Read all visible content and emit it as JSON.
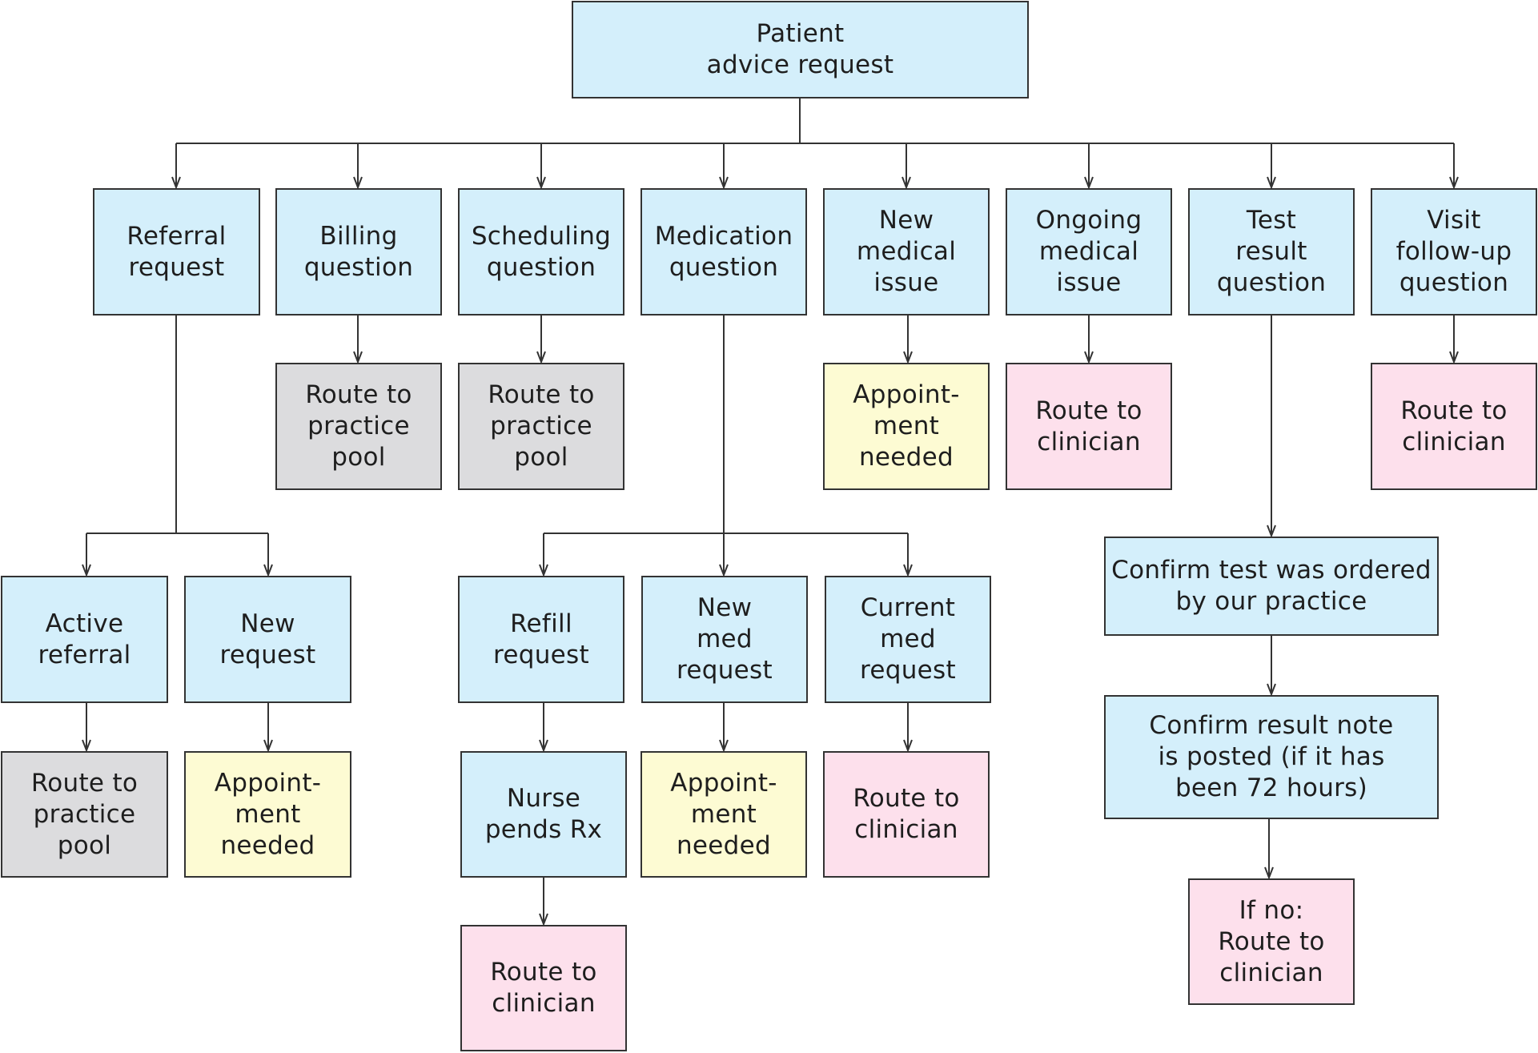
{
  "colors": {
    "blue": "#d4effb",
    "gray": "#dcdcde",
    "yellow": "#fdfbd3",
    "pink": "#fde0ec",
    "line": "#333333"
  },
  "nodes": [
    {
      "id": "root",
      "label": "Patient\nadvice request",
      "color": "blue"
    },
    {
      "id": "referral",
      "label": "Referral\nrequest",
      "color": "blue"
    },
    {
      "id": "billing",
      "label": "Billing\nquestion",
      "color": "blue"
    },
    {
      "id": "scheduling",
      "label": "Scheduling\nquestion",
      "color": "blue"
    },
    {
      "id": "medication",
      "label": "Medication\nquestion",
      "color": "blue"
    },
    {
      "id": "new-medical",
      "label": "New\nmedical\nissue",
      "color": "blue"
    },
    {
      "id": "ongoing-medical",
      "label": "Ongoing\nmedical\nissue",
      "color": "blue"
    },
    {
      "id": "test-result",
      "label": "Test\nresult\nquestion",
      "color": "blue"
    },
    {
      "id": "visit-followup",
      "label": "Visit\nfollow-up\nquestion",
      "color": "blue"
    },
    {
      "id": "billing-route",
      "label": "Route to\npractice\npool",
      "color": "gray"
    },
    {
      "id": "scheduling-route",
      "label": "Route to\npractice\npool",
      "color": "gray"
    },
    {
      "id": "new-medical-appt",
      "label": "Appoint-\nment\nneeded",
      "color": "yellow"
    },
    {
      "id": "ongoing-route",
      "label": "Route to\nclinician",
      "color": "pink"
    },
    {
      "id": "visit-route",
      "label": "Route to\nclinician",
      "color": "pink"
    },
    {
      "id": "active-referral",
      "label": "Active\nreferral",
      "color": "blue"
    },
    {
      "id": "new-request",
      "label": "New\nrequest",
      "color": "blue"
    },
    {
      "id": "active-referral-route",
      "label": "Route to\npractice\npool",
      "color": "gray"
    },
    {
      "id": "new-request-appt",
      "label": "Appoint-\nment\nneeded",
      "color": "yellow"
    },
    {
      "id": "refill",
      "label": "Refill\nrequest",
      "color": "blue"
    },
    {
      "id": "new-med",
      "label": "New\nmed\nrequest",
      "color": "blue"
    },
    {
      "id": "current-med",
      "label": "Current\nmed\nrequest",
      "color": "blue"
    },
    {
      "id": "nurse-pends",
      "label": "Nurse\npends Rx",
      "color": "blue"
    },
    {
      "id": "new-med-appt",
      "label": "Appoint-\nment\nneeded",
      "color": "yellow"
    },
    {
      "id": "current-med-route",
      "label": "Route to\nclinician",
      "color": "pink"
    },
    {
      "id": "nurse-route",
      "label": "Route to\nclinician",
      "color": "pink"
    },
    {
      "id": "confirm-test",
      "label": "Confirm test was ordered\nby our practice",
      "color": "blue"
    },
    {
      "id": "confirm-note",
      "label": "Confirm result note\nis posted (if it has\nbeen 72 hours)",
      "color": "blue"
    },
    {
      "id": "if-no-route",
      "label": "If no:\nRoute to\nclinician",
      "color": "pink"
    }
  ],
  "edges": [
    {
      "from": "root",
      "to": "referral"
    },
    {
      "from": "root",
      "to": "billing"
    },
    {
      "from": "root",
      "to": "scheduling"
    },
    {
      "from": "root",
      "to": "medication"
    },
    {
      "from": "root",
      "to": "new-medical"
    },
    {
      "from": "root",
      "to": "ongoing-medical"
    },
    {
      "from": "root",
      "to": "test-result"
    },
    {
      "from": "root",
      "to": "visit-followup"
    },
    {
      "from": "billing",
      "to": "billing-route"
    },
    {
      "from": "scheduling",
      "to": "scheduling-route"
    },
    {
      "from": "new-medical",
      "to": "new-medical-appt"
    },
    {
      "from": "ongoing-medical",
      "to": "ongoing-route"
    },
    {
      "from": "visit-followup",
      "to": "visit-route"
    },
    {
      "from": "referral",
      "to": "active-referral"
    },
    {
      "from": "referral",
      "to": "new-request"
    },
    {
      "from": "active-referral",
      "to": "active-referral-route"
    },
    {
      "from": "new-request",
      "to": "new-request-appt"
    },
    {
      "from": "medication",
      "to": "refill"
    },
    {
      "from": "medication",
      "to": "new-med"
    },
    {
      "from": "medication",
      "to": "current-med"
    },
    {
      "from": "refill",
      "to": "nurse-pends"
    },
    {
      "from": "nurse-pends",
      "to": "nurse-route"
    },
    {
      "from": "new-med",
      "to": "new-med-appt"
    },
    {
      "from": "current-med",
      "to": "current-med-route"
    },
    {
      "from": "test-result",
      "to": "confirm-test"
    },
    {
      "from": "confirm-test",
      "to": "confirm-note"
    },
    {
      "from": "confirm-note",
      "to": "if-no-route"
    }
  ]
}
